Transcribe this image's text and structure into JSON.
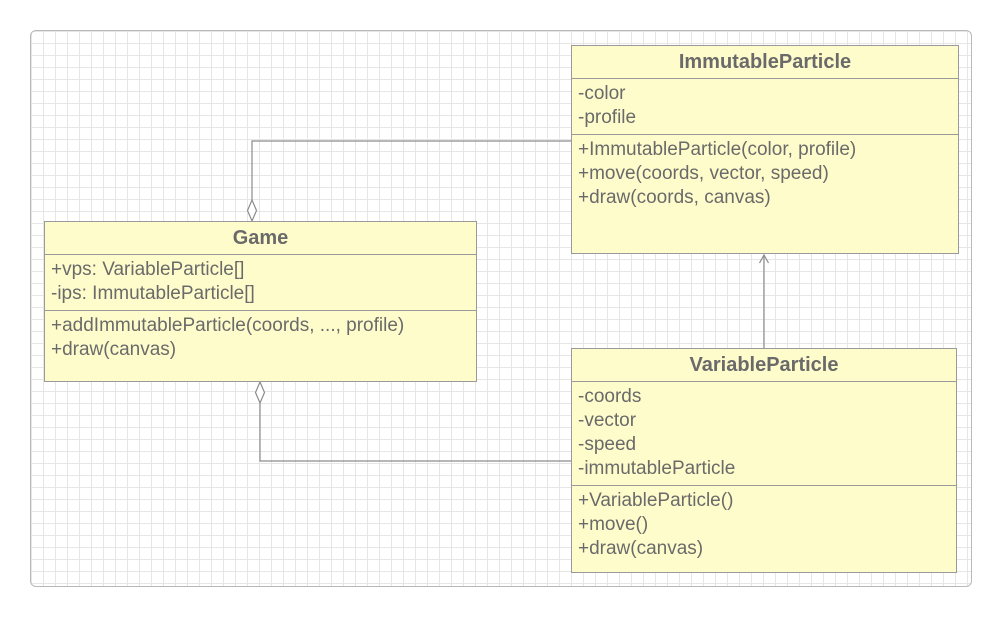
{
  "diagram": {
    "classes": {
      "immutable": {
        "name": "ImmutableParticle",
        "attributes": [
          "-color",
          "-profile"
        ],
        "methods": [
          "+ImmutableParticle(color, profile)",
          "+move(coords, vector, speed)",
          "+draw(coords, canvas)"
        ]
      },
      "game": {
        "name": "Game",
        "attributes": [
          "+vps: VariableParticle[]",
          "-ips: ImmutableParticle[]"
        ],
        "methods": [
          "+addImmutableParticle(coords, ..., profile)",
          "+draw(canvas)"
        ]
      },
      "variable": {
        "name": "VariableParticle",
        "attributes": [
          "-coords",
          "-vector",
          "-speed",
          "-immutableParticle"
        ],
        "methods": [
          "+VariableParticle()",
          "+move()",
          "+draw(canvas)"
        ]
      }
    },
    "relations": [
      {
        "from": "Game",
        "to": "ImmutableParticle",
        "type": "aggregation"
      },
      {
        "from": "Game",
        "to": "VariableParticle",
        "type": "aggregation"
      },
      {
        "from": "VariableParticle",
        "to": "ImmutableParticle",
        "type": "association"
      }
    ],
    "colors": {
      "class_fill": "#fffccc",
      "class_border": "#9a9a9a",
      "text": "#6a6a6a",
      "connector": "#8c8c8c",
      "grid": "#e6e6e6"
    }
  }
}
